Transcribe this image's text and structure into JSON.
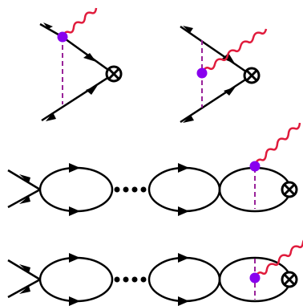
{
  "colors": {
    "line": "#000000",
    "vertex_dot": "#8800ee",
    "interaction": "#992299",
    "photon": "#e01b3c"
  },
  "diagrams": [
    {
      "name": "vertex-diagram-1",
      "description_parts": [
        "fermion-in",
        "fermion-out",
        "interaction-line",
        "photon",
        "current-vertex"
      ]
    },
    {
      "name": "vertex-diagram-2",
      "description_parts": [
        "fermion-in",
        "fermion-out",
        "interaction-line",
        "photon",
        "current-vertex"
      ]
    },
    {
      "name": "bubble-chain-1",
      "description_parts": [
        "bubble",
        "ellipsis",
        "bubble",
        "bubble",
        "photon",
        "current-vertex"
      ]
    },
    {
      "name": "bubble-chain-2",
      "description_parts": [
        "bubble",
        "ellipsis",
        "bubble",
        "bubble",
        "photon",
        "current-vertex"
      ]
    }
  ]
}
